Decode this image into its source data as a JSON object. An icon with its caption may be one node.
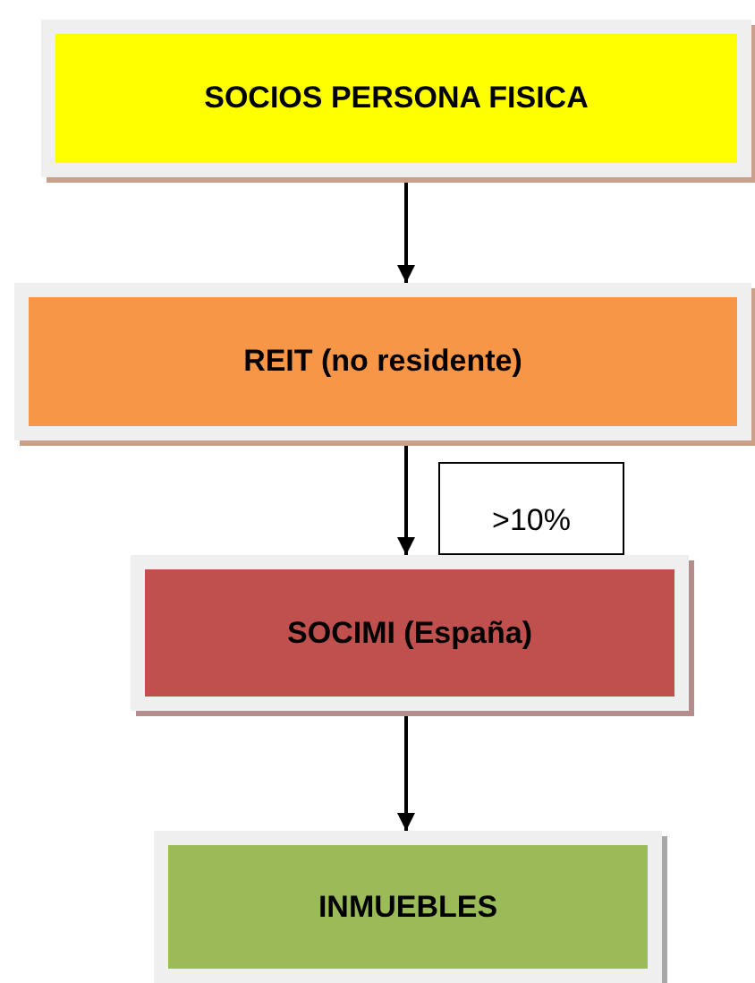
{
  "diagram": {
    "nodes": [
      {
        "text": [
          "SOCIOS PERSONA FISICA"
        ]
      },
      {
        "text": [
          "REIT (no residente)"
        ]
      },
      {
        "text": [
          "SOCIMI (España)"
        ]
      },
      {
        "text": [
          "INMUEBLES"
        ]
      }
    ],
    "edges": [
      {
        "from": 0,
        "to": 1,
        "arrow": "to"
      },
      {
        "from": 1,
        "to": 2,
        "arrow": "to",
        "label": ">10%"
      },
      {
        "from": 2,
        "to": 3,
        "arrow": "to"
      }
    ]
  }
}
